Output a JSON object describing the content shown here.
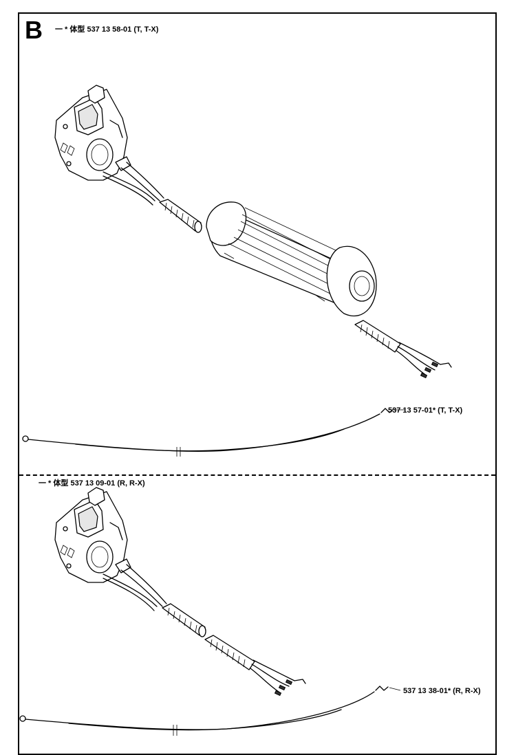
{
  "section": {
    "letter": "B"
  },
  "top_assembly": {
    "label": "一 * 体型  537 13 58-01 (T, T-X)",
    "cable_label": "537 13 57-01* (T, T-X)"
  },
  "bottom_assembly": {
    "label": "一 * 体型  537 13 09-01 (R, R-X)",
    "cable_label": "537 13 38-01* (R, R-X)"
  }
}
